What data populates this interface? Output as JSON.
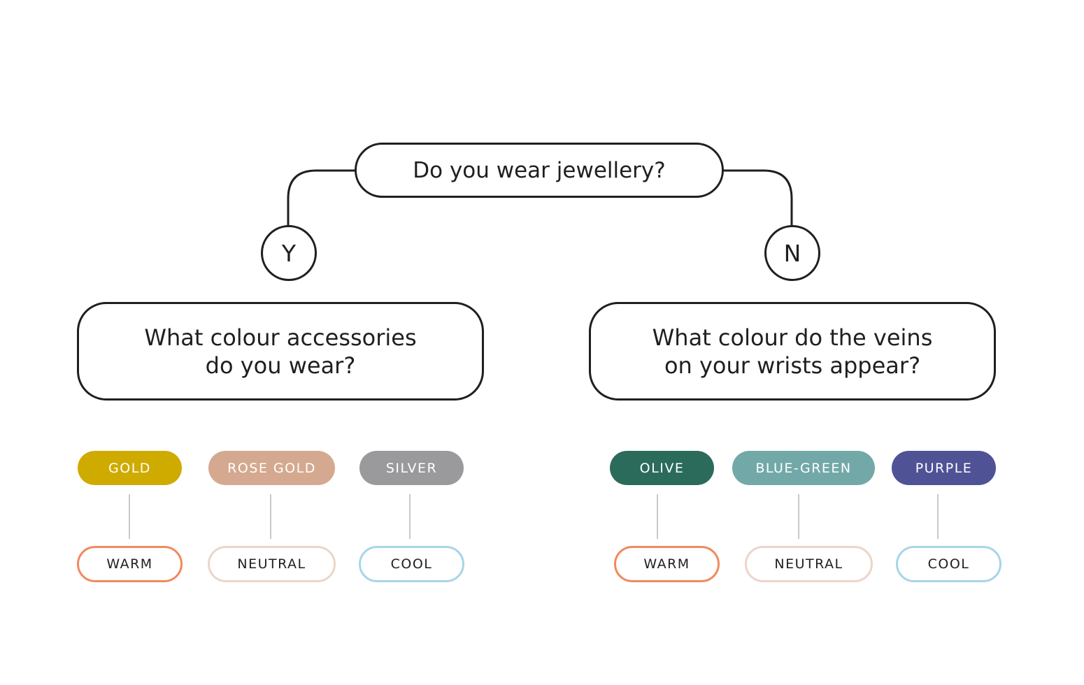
{
  "root": {
    "question": "Do you wear jewellery?"
  },
  "branches": [
    {
      "answer": "Y",
      "question": "What colour accessories do you wear?",
      "options": [
        {
          "label": "GOLD",
          "color": "#cfab00",
          "outcome": "WARM",
          "outcome_color": "#f08a5d"
        },
        {
          "label": "ROSE GOLD",
          "color": "#d5a98f",
          "outcome": "NEUTRAL",
          "outcome_color": "#ecd5c8"
        },
        {
          "label": "SILVER",
          "color": "#9a9a9d",
          "outcome": "COOL",
          "outcome_color": "#a7d5e8"
        }
      ]
    },
    {
      "answer": "N",
      "question": "What colour do the veins on your wrists appear?",
      "options": [
        {
          "label": "OLIVE",
          "color": "#2b6b5c",
          "outcome": "WARM",
          "outcome_color": "#f08a5d"
        },
        {
          "label": "BLUE-GREEN",
          "color": "#72a9a8",
          "outcome": "NEUTRAL",
          "outcome_color": "#ecd5c8"
        },
        {
          "label": "PURPLE",
          "color": "#4f5295",
          "outcome": "COOL",
          "outcome_color": "#a7d5e8"
        }
      ]
    }
  ]
}
